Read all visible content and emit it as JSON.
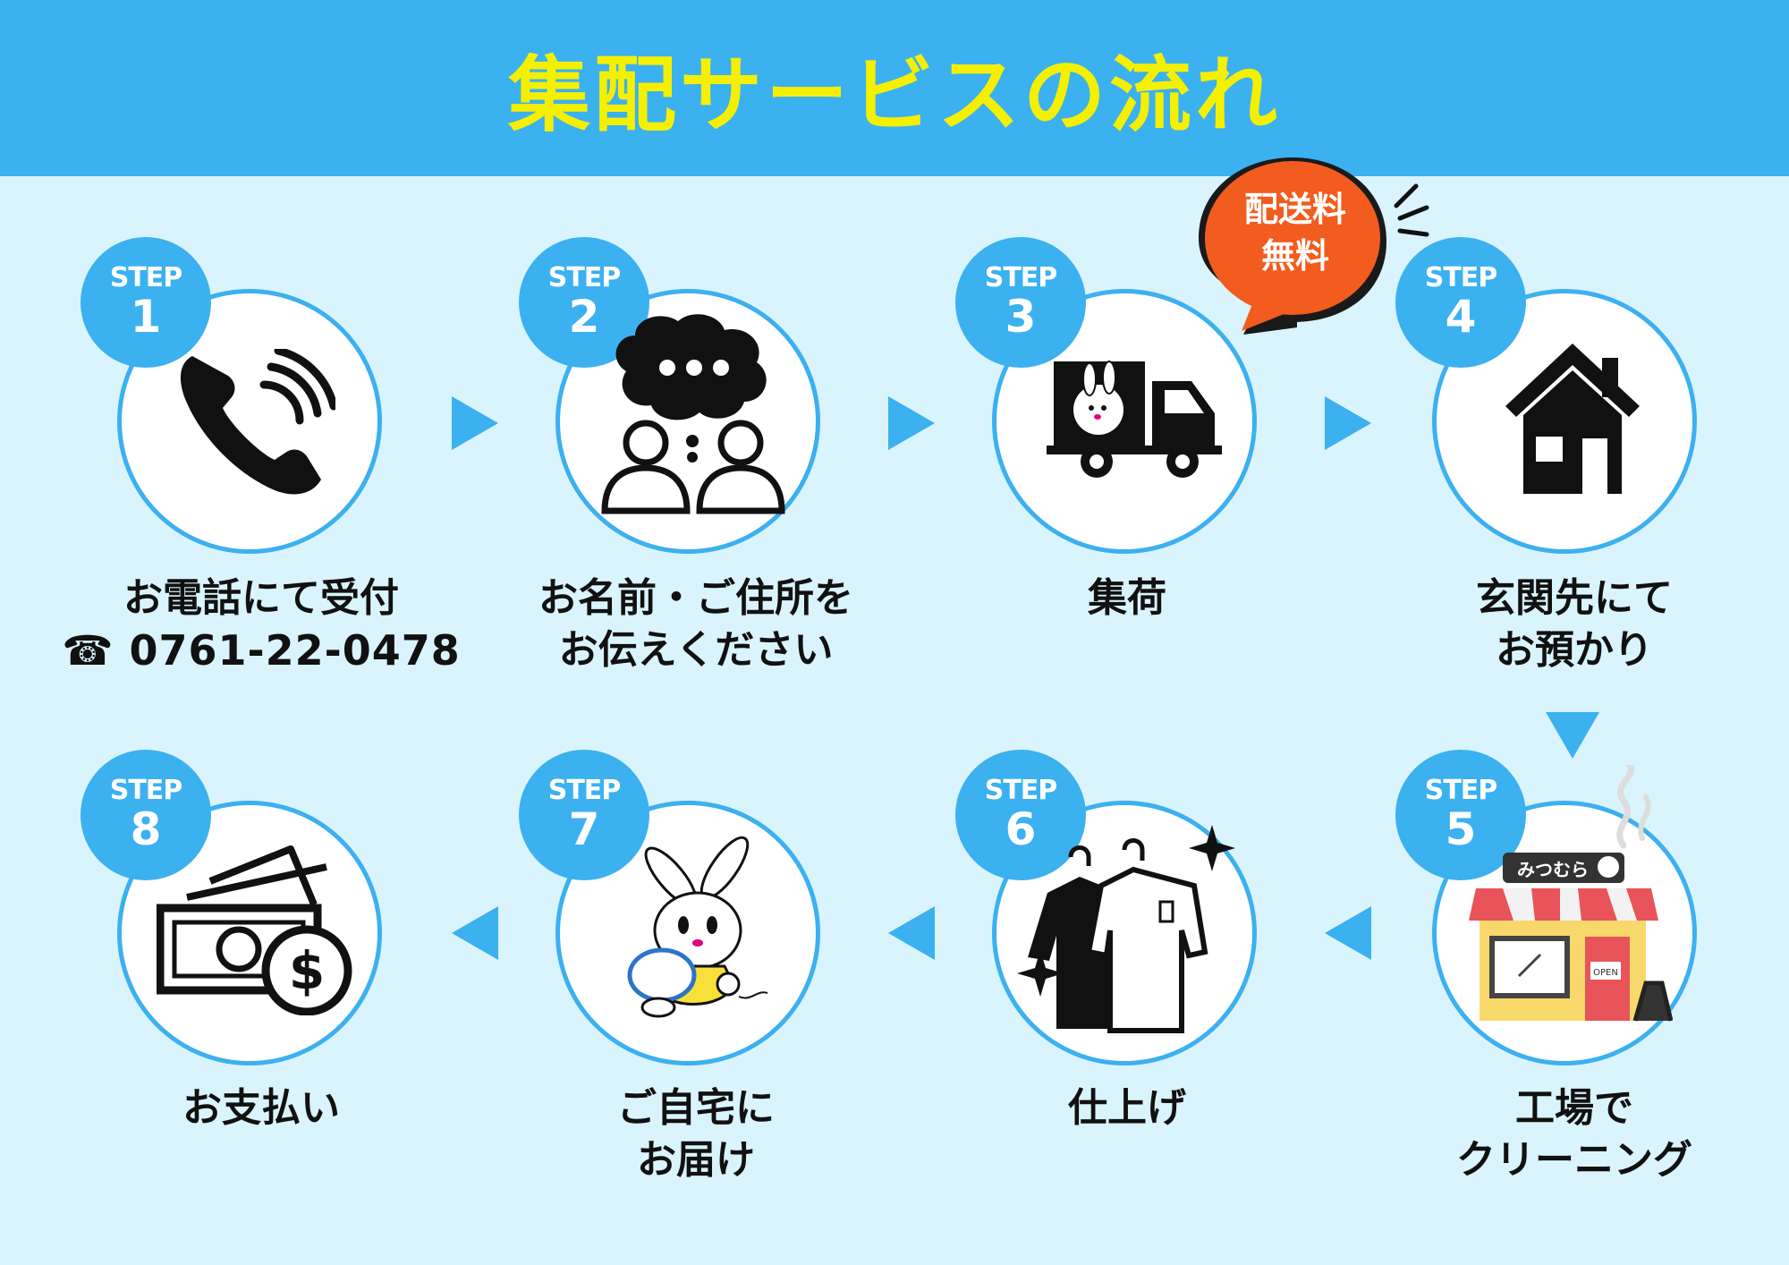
{
  "title": "集配サービスの流れ",
  "step_word": "STEP",
  "steps": [
    {
      "num": "1",
      "line1": "お電話にて受付",
      "line2": "0761-22-0478"
    },
    {
      "num": "2",
      "line1": "お名前・ご住所を",
      "line2": "お伝えください"
    },
    {
      "num": "3",
      "line1": "集荷",
      "line2": ""
    },
    {
      "num": "4",
      "line1": "玄関先にて",
      "line2": "お預かり"
    },
    {
      "num": "5",
      "line1": "工場で",
      "line2": "クリーニング"
    },
    {
      "num": "6",
      "line1": "仕上げ",
      "line2": ""
    },
    {
      "num": "7",
      "line1": "ご自宅に",
      "line2": "お届け"
    },
    {
      "num": "8",
      "line1": "お支払い",
      "line2": ""
    }
  ],
  "bubble": {
    "line1": "配送料",
    "line2": "無料"
  },
  "shop_sign": "みつむら",
  "shop_open": "OPEN",
  "colors": {
    "header": "#3bb1f0",
    "background": "#d9f4fd",
    "title": "#f5f000",
    "bubble": "#f25c1e",
    "circle_border": "#3cb0f0"
  }
}
